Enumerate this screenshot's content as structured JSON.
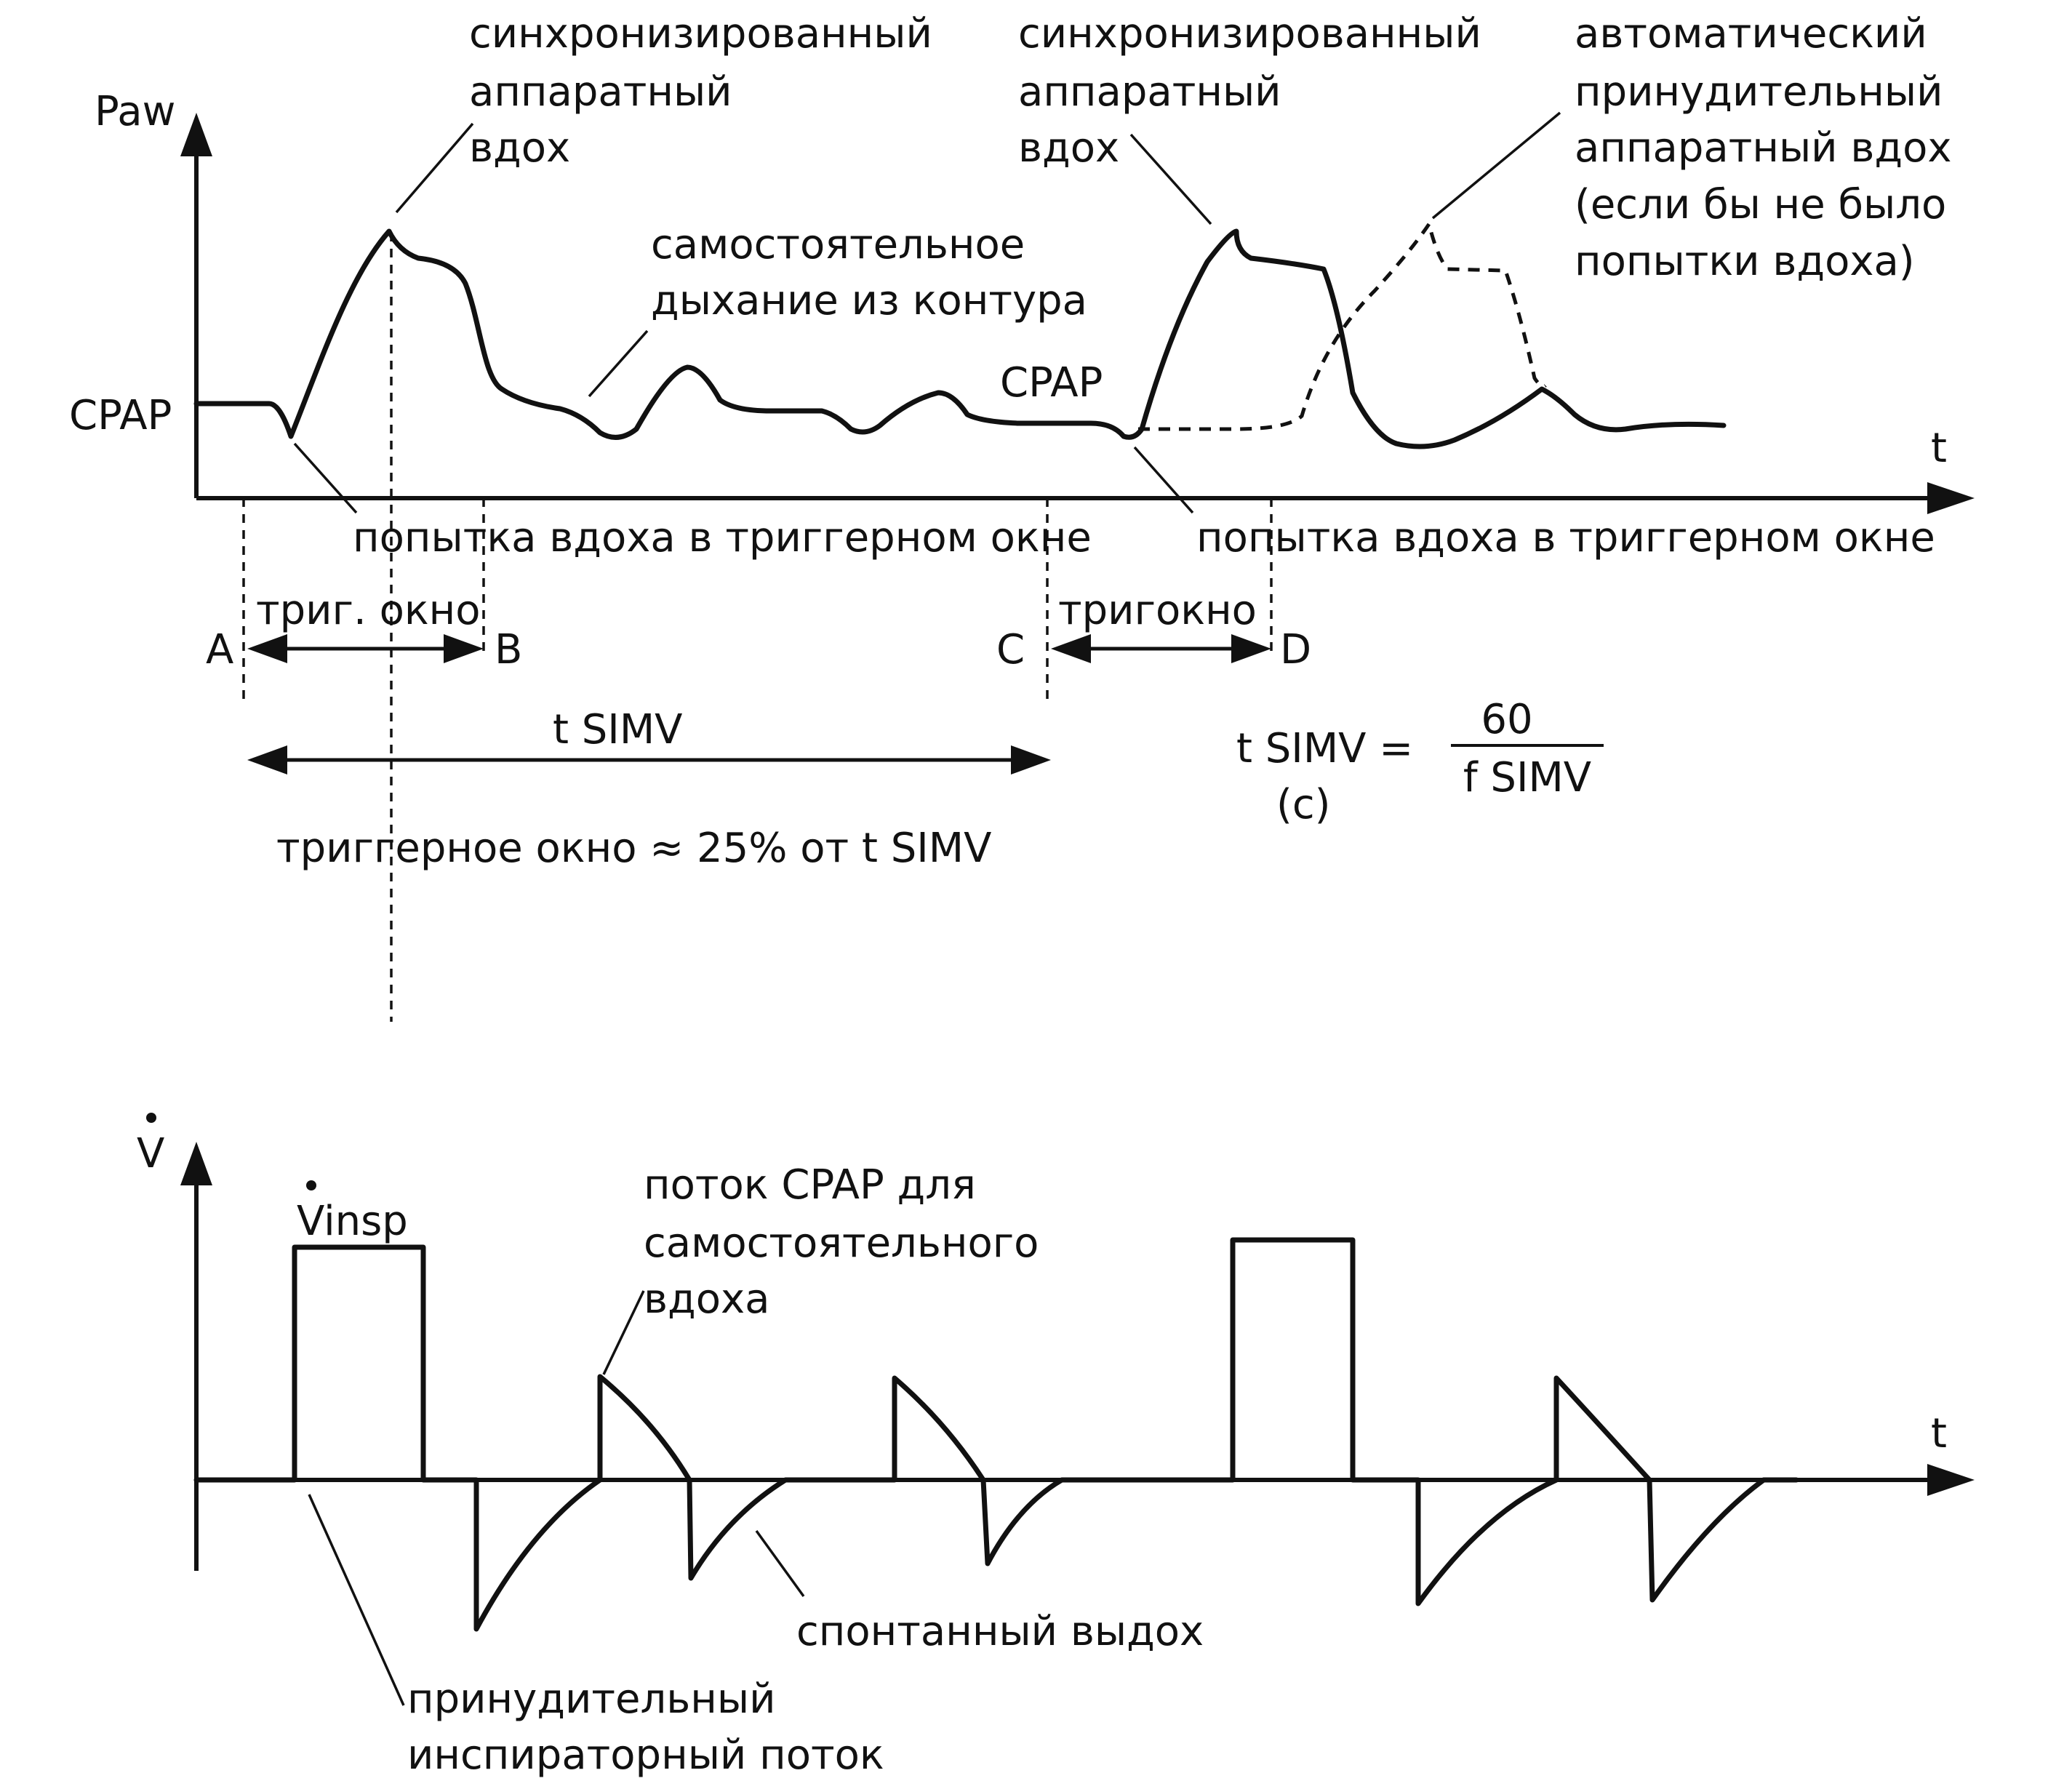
{
  "colors": {
    "ink": "#111111",
    "background": "#ffffff"
  },
  "top_chart": {
    "y_axis_label": "Paw",
    "x_axis_label": "t",
    "cpap_label": "CPAP",
    "cpap_label_mid": "CPAP",
    "sync_breath_1": [
      "синхронизированный",
      "аппаратный",
      "вдох"
    ],
    "sync_breath_2": [
      "синхронизированный",
      "аппаратный",
      "вдох"
    ],
    "auto_breath": [
      "автоматический",
      "принудительный",
      "аппаратный вдох",
      "(если бы не было",
      "попытки вдоха)"
    ],
    "spontaneous": [
      "самостоятельное",
      "дыхание из контура"
    ],
    "attempt_1": "попытка вдоха в триггерном окне",
    "attempt_2": "попытка вдоха в триггерном окне",
    "window_label_1": "триг. окно",
    "window_label_2": "тригокно",
    "point_a": "A",
    "point_b": "B",
    "point_c": "C",
    "point_d": "D",
    "t_simv": "t SIMV",
    "formula_lhs": "t SIMV =",
    "formula_unit": "(c)",
    "formula_num": "60",
    "formula_den": "f SIMV",
    "window_note": "триггерное окно  ≈ 25% от t SIMV"
  },
  "bottom_chart": {
    "y_axis_label": "V",
    "x_axis_label": "t",
    "vinsp_label": "Vinsp",
    "cpap_flow": [
      "поток CPAP для",
      "самостоятельного",
      "вдоха"
    ],
    "spont_exhale": "спонтанный выдох",
    "forced_flow": [
      "принудительный",
      "инспираторный поток"
    ]
  }
}
